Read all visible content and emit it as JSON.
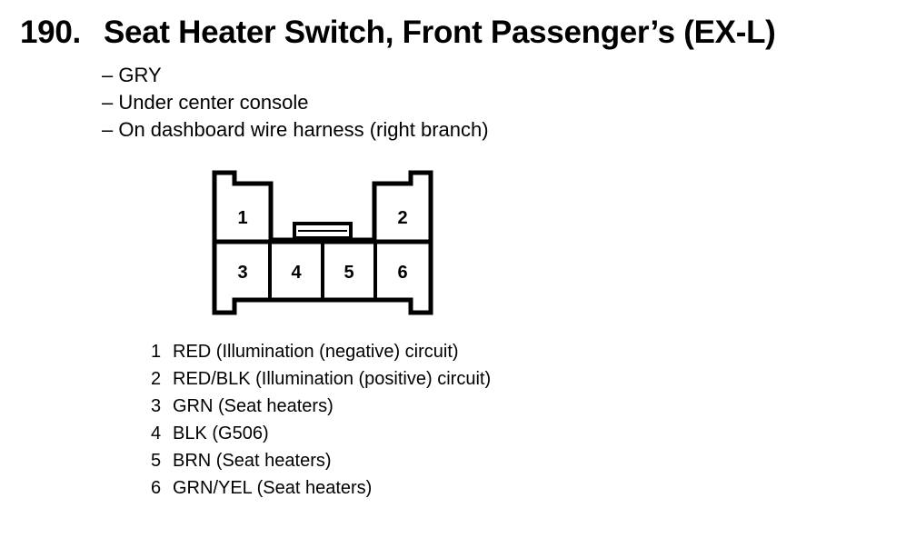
{
  "title": {
    "number": "190.",
    "text": "Seat Heater Switch, Front Passenger’s (EX-L)"
  },
  "info": [
    "– GRY",
    "– Under center console",
    "– On dashboard wire harness (right branch)"
  ],
  "connector": {
    "cavities": [
      "1",
      "2",
      "3",
      "4",
      "5",
      "6"
    ]
  },
  "pins": [
    {
      "num": "1",
      "desc": "RED (Illumination (negative) circuit)"
    },
    {
      "num": "2",
      "desc": "RED/BLK (Illumination (positive) circuit)"
    },
    {
      "num": "3",
      "desc": "GRN (Seat heaters)"
    },
    {
      "num": "4",
      "desc": "BLK (G506)"
    },
    {
      "num": "5",
      "desc": "BRN (Seat heaters)"
    },
    {
      "num": "6",
      "desc": "GRN/YEL (Seat heaters)"
    }
  ]
}
